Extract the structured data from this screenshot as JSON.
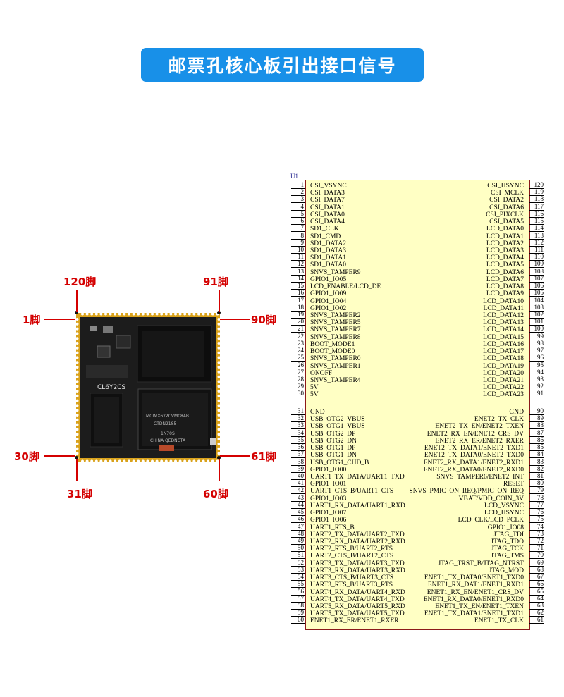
{
  "title": "邮票孔核心板引出接口信号",
  "board": {
    "pin_labels": {
      "pin120": "120脚",
      "pin91": "91脚",
      "pin1": "1脚",
      "pin90": "90脚",
      "pin30": "30脚",
      "pin61": "61脚",
      "pin31": "31脚",
      "pin60": "60脚"
    },
    "silk": "CL6Y2CS",
    "cpu_lines": [
      "MCIMX6Y2CVM08AB",
      "CTDN2185",
      "1N70S",
      "CHINA QEDNCTA"
    ],
    "colors": {
      "pcb": "#1c1c1c",
      "gold": "#d9a21b",
      "label_red": "#d40000"
    }
  },
  "schematic": {
    "ref": "U1",
    "left_pins": [
      {
        "n": "1",
        "name": "CSI_VSYNC"
      },
      {
        "n": "2",
        "name": "CSI_DATA3"
      },
      {
        "n": "3",
        "name": "CSI_DATA7"
      },
      {
        "n": "4",
        "name": "CSI_DATA1"
      },
      {
        "n": "5",
        "name": "CSI_DATA0"
      },
      {
        "n": "6",
        "name": "CSI_DATA4"
      },
      {
        "n": "7",
        "name": "SD1_CLK"
      },
      {
        "n": "8",
        "name": "SD1_CMD"
      },
      {
        "n": "9",
        "name": "SD1_DATA2"
      },
      {
        "n": "10",
        "name": "SD1_DATA3"
      },
      {
        "n": "11",
        "name": "SD1_DATA1"
      },
      {
        "n": "12",
        "name": "SD1_DATA0"
      },
      {
        "n": "13",
        "name": "SNVS_TAMPER9"
      },
      {
        "n": "14",
        "name": "GPIO1_IO05"
      },
      {
        "n": "15",
        "name": "LCD_ENABLE/LCD_DE"
      },
      {
        "n": "16",
        "name": "GPIO1_IO09"
      },
      {
        "n": "17",
        "name": "GPIO1_IO04"
      },
      {
        "n": "18",
        "name": "GPIO1_IO02"
      },
      {
        "n": "19",
        "name": "SNVS_TAMPER2"
      },
      {
        "n": "20",
        "name": "SNVS_TAMPER5"
      },
      {
        "n": "21",
        "name": "SNVS_TAMPER7"
      },
      {
        "n": "22",
        "name": "SNVS_TAMPER8"
      },
      {
        "n": "23",
        "name": "BOOT_MODE1"
      },
      {
        "n": "24",
        "name": "BOOT_MODE0"
      },
      {
        "n": "25",
        "name": "SNVS_TAMPER0"
      },
      {
        "n": "26",
        "name": "SNVS_TAMPER1"
      },
      {
        "n": "27",
        "name": "ONOFF"
      },
      {
        "n": "28",
        "name": "SNVS_TAMPER4"
      },
      {
        "n": "29",
        "name": "5V"
      },
      {
        "n": "30",
        "name": "5V"
      },
      {
        "n": "31",
        "name": "GND"
      },
      {
        "n": "32",
        "name": "USB_OTG2_VBUS"
      },
      {
        "n": "33",
        "name": "USB_OTG1_VBUS"
      },
      {
        "n": "34",
        "name": "USB_OTG2_DP"
      },
      {
        "n": "35",
        "name": "USB_OTG2_DN"
      },
      {
        "n": "36",
        "name": "USB_OTG1_DP"
      },
      {
        "n": "37",
        "name": "USB_OTG1_DN"
      },
      {
        "n": "38",
        "name": "USB_OTG1_CHD_B"
      },
      {
        "n": "39",
        "name": "GPIO1_IO00"
      },
      {
        "n": "40",
        "name": "UART1_TX_DATA/UART1_TXD"
      },
      {
        "n": "41",
        "name": "GPIO1_IO01"
      },
      {
        "n": "42",
        "name": "UART1_CTS_B/UART1_CTS"
      },
      {
        "n": "43",
        "name": "GPIO1_IO03"
      },
      {
        "n": "44",
        "name": "UART1_RX_DATA/UART1_RXD"
      },
      {
        "n": "45",
        "name": "GPIO1_IO07"
      },
      {
        "n": "46",
        "name": "GPIO1_IO06"
      },
      {
        "n": "47",
        "name": "UART1_RTS_B"
      },
      {
        "n": "48",
        "name": "UART2_TX_DATA/UART2_TXD"
      },
      {
        "n": "49",
        "name": "UART2_RX_DATA/UART2_RXD"
      },
      {
        "n": "50",
        "name": "UART2_RTS_B/UART2_RTS"
      },
      {
        "n": "51",
        "name": "UART2_CTS_B/UART2_CTS"
      },
      {
        "n": "52",
        "name": "UART3_TX_DATA/UART3_TXD"
      },
      {
        "n": "53",
        "name": "UART3_RX_DATA/UART3_RXD"
      },
      {
        "n": "54",
        "name": "UART3_CTS_B/UART3_CTS"
      },
      {
        "n": "55",
        "name": "UART3_RTS_B/UART3_RTS"
      },
      {
        "n": "56",
        "name": "UART4_RX_DATA/UART4_RXD"
      },
      {
        "n": "57",
        "name": "UART4_TX_DATA/UART4_TXD"
      },
      {
        "n": "58",
        "name": "UART5_RX_DATA/UART5_RXD"
      },
      {
        "n": "59",
        "name": "UART5_TX_DATA/UART5_TXD"
      },
      {
        "n": "60",
        "name": "ENET1_RX_ER/ENET1_RXER"
      }
    ],
    "right_pins": [
      {
        "n": "120",
        "name": "CSI_HSYNC"
      },
      {
        "n": "119",
        "name": "CSI_MCLK"
      },
      {
        "n": "118",
        "name": "CSI_DATA2"
      },
      {
        "n": "117",
        "name": "CSI_DATA6"
      },
      {
        "n": "116",
        "name": "CSI_PIXCLK"
      },
      {
        "n": "115",
        "name": "CSI_DATA5"
      },
      {
        "n": "114",
        "name": "LCD_DATA0"
      },
      {
        "n": "113",
        "name": "LCD_DATA1"
      },
      {
        "n": "112",
        "name": "LCD_DATA2"
      },
      {
        "n": "111",
        "name": "LCD_DATA3"
      },
      {
        "n": "110",
        "name": "LCD_DATA4"
      },
      {
        "n": "109",
        "name": "LCD_DATA5"
      },
      {
        "n": "108",
        "name": "LCD_DATA6"
      },
      {
        "n": "107",
        "name": "LCD_DATA7"
      },
      {
        "n": "106",
        "name": "LCD_DATA8"
      },
      {
        "n": "105",
        "name": "LCD_DATA9"
      },
      {
        "n": "104",
        "name": "LCD_DATA10"
      },
      {
        "n": "103",
        "name": "LCD_DATA11"
      },
      {
        "n": "102",
        "name": "LCD_DATA12"
      },
      {
        "n": "101",
        "name": "LCD_DATA13"
      },
      {
        "n": "100",
        "name": "LCD_DATA14"
      },
      {
        "n": "99",
        "name": "LCD_DATA15"
      },
      {
        "n": "98",
        "name": "LCD_DATA16"
      },
      {
        "n": "97",
        "name": "LCD_DATA17"
      },
      {
        "n": "96",
        "name": "LCD_DATA18"
      },
      {
        "n": "95",
        "name": "LCD_DATA19"
      },
      {
        "n": "94",
        "name": "LCD_DATA20"
      },
      {
        "n": "93",
        "name": "LCD_DATA21"
      },
      {
        "n": "92",
        "name": "LCD_DATA22"
      },
      {
        "n": "91",
        "name": "LCD_DATA23"
      },
      {
        "n": "90",
        "name": "GND"
      },
      {
        "n": "89",
        "name": "ENET2_TX_CLK"
      },
      {
        "n": "88",
        "name": "ENET2_TX_EN/ENET2_TXEN"
      },
      {
        "n": "87",
        "name": "ENET2_RX_EN/ENET2_CRS_DV"
      },
      {
        "n": "86",
        "name": "ENET2_RX_ER/ENET2_RXER"
      },
      {
        "n": "85",
        "name": "ENET2_TX_DATA1/ENET2_TXD1"
      },
      {
        "n": "84",
        "name": "ENET2_TX_DATA0/ENET2_TXD0"
      },
      {
        "n": "83",
        "name": "ENET2_RX_DATA1/ENET2_RXD1"
      },
      {
        "n": "82",
        "name": "ENET2_RX_DATA0/ENET2_RXD0"
      },
      {
        "n": "81",
        "name": "SNVS_TAMPER6/ENET2_INT"
      },
      {
        "n": "80",
        "name": "RESET"
      },
      {
        "n": "79",
        "name": "SNVS_PMIC_ON_REQ/PMIC_ON_REQ"
      },
      {
        "n": "78",
        "name": "VBAT/VDD_COIN_3V"
      },
      {
        "n": "77",
        "name": "LCD_VSYNC"
      },
      {
        "n": "76",
        "name": "LCD_HSYNC"
      },
      {
        "n": "75",
        "name": "LCD_CLK/LCD_PCLK"
      },
      {
        "n": "74",
        "name": "GPIO1_IO08"
      },
      {
        "n": "73",
        "name": "JTAG_TDI"
      },
      {
        "n": "72",
        "name": "JTAG_TDO"
      },
      {
        "n": "71",
        "name": "JTAG_TCK"
      },
      {
        "n": "70",
        "name": "JTAG_TMS"
      },
      {
        "n": "69",
        "name": "JTAG_TRST_B/JTAG_NTRST"
      },
      {
        "n": "68",
        "name": "JTAG_MOD"
      },
      {
        "n": "67",
        "name": "ENET1_TX_DATA0/ENET1_TXD0"
      },
      {
        "n": "66",
        "name": "ENET1_RX_DAT1/ENET1_RXD1"
      },
      {
        "n": "65",
        "name": "ENET1_RX_EN/ENET1_CRS_DV"
      },
      {
        "n": "64",
        "name": "ENET1_RX_DATA0/ENET1_RXD0"
      },
      {
        "n": "63",
        "name": "ENET1_TX_EN/ENET1_TXEN"
      },
      {
        "n": "62",
        "name": "ENET1_TX_DATA1/ENET1_TXD1"
      },
      {
        "n": "61",
        "name": "ENET1_TX_CLK"
      }
    ],
    "colors": {
      "body_fill": "#ffffc4",
      "outline": "#8b1a1a",
      "ref_color": "#1a1a8b"
    }
  }
}
